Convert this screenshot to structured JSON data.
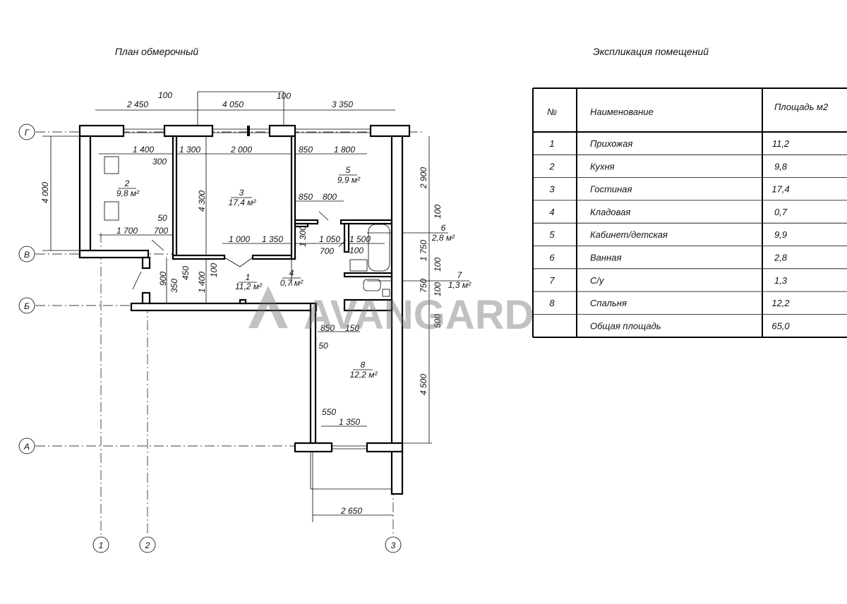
{
  "plan_title": "План обмерочный",
  "table_title": "Экспликация помещений",
  "watermark": "AVANGARD",
  "axes": {
    "rows": [
      "Г",
      "В",
      "Б",
      "А"
    ],
    "cols": [
      "1",
      "2",
      "3"
    ]
  },
  "dimensions": [
    "2 450",
    "100",
    "4 050",
    "100",
    "3 350",
    "1 400",
    "300",
    "1 300",
    "2 000",
    "850",
    "1 800",
    "850",
    "800",
    "50",
    "1 700",
    "700",
    "1 000",
    "1 350",
    "1 300",
    "1 050",
    "1 500",
    "700",
    "100",
    "4 000",
    "4 300",
    "900",
    "350",
    "450",
    "1 400",
    "100",
    "2 900",
    "100",
    "1 750",
    "100",
    "750",
    "100",
    "500",
    "4 500",
    "850",
    "150",
    "50",
    "550",
    "1 350",
    "2 650"
  ],
  "rooms": [
    {
      "num": "1",
      "area": "11,2 м²"
    },
    {
      "num": "2",
      "area": "9,8 м²"
    },
    {
      "num": "3",
      "area": "17,4 м²"
    },
    {
      "num": "4",
      "area": "0,7 м²"
    },
    {
      "num": "5",
      "area": "9,9 м²"
    },
    {
      "num": "6",
      "area": "2,8 м²"
    },
    {
      "num": "7",
      "area": "1,3 м²"
    },
    {
      "num": "8",
      "area": "12,2 м²"
    }
  ],
  "table": {
    "headers": [
      "№",
      "Наименование",
      "Площадь м2"
    ],
    "rows": [
      [
        "1",
        "Прихожая",
        "11,2"
      ],
      [
        "2",
        "Кухня",
        "9,8"
      ],
      [
        "3",
        "Гостиная",
        "17,4"
      ],
      [
        "4",
        "Кладовая",
        "0,7"
      ],
      [
        "5",
        "Кабинет/детская",
        "9,9"
      ],
      [
        "6",
        "Ванная",
        "2,8"
      ],
      [
        "7",
        "С/у",
        "1,3"
      ],
      [
        "8",
        "Спальня",
        "12,2"
      ]
    ],
    "total": [
      "",
      "Общая площадь",
      "65,0"
    ]
  }
}
